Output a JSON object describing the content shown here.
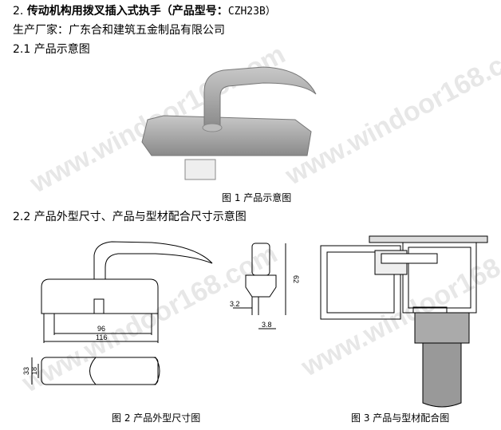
{
  "heading": {
    "number": "2.",
    "title": "传动机构用拨叉插入式执手（产品型号：",
    "model": "CZH23B）"
  },
  "manufacturer": "生产厂家：广东合和建筑五金制品有限公司",
  "section_1": "2.1 产品示意图",
  "figure_1_caption": "图 1 产品示意图",
  "section_2": "2.2 产品外型尺寸、产品与型材配合尺寸示意图",
  "figure_2_caption": "图 2 产品外型尺寸图",
  "figure_3_caption": "图 3 产品与型材配合图",
  "dimensions": {
    "inner_width": "96",
    "outer_width": "116",
    "height": "62",
    "left_offset": "3.2",
    "right_offset": "3.8",
    "base_width": "33",
    "slot_width": "18"
  },
  "watermark": "www.windoor168.com"
}
